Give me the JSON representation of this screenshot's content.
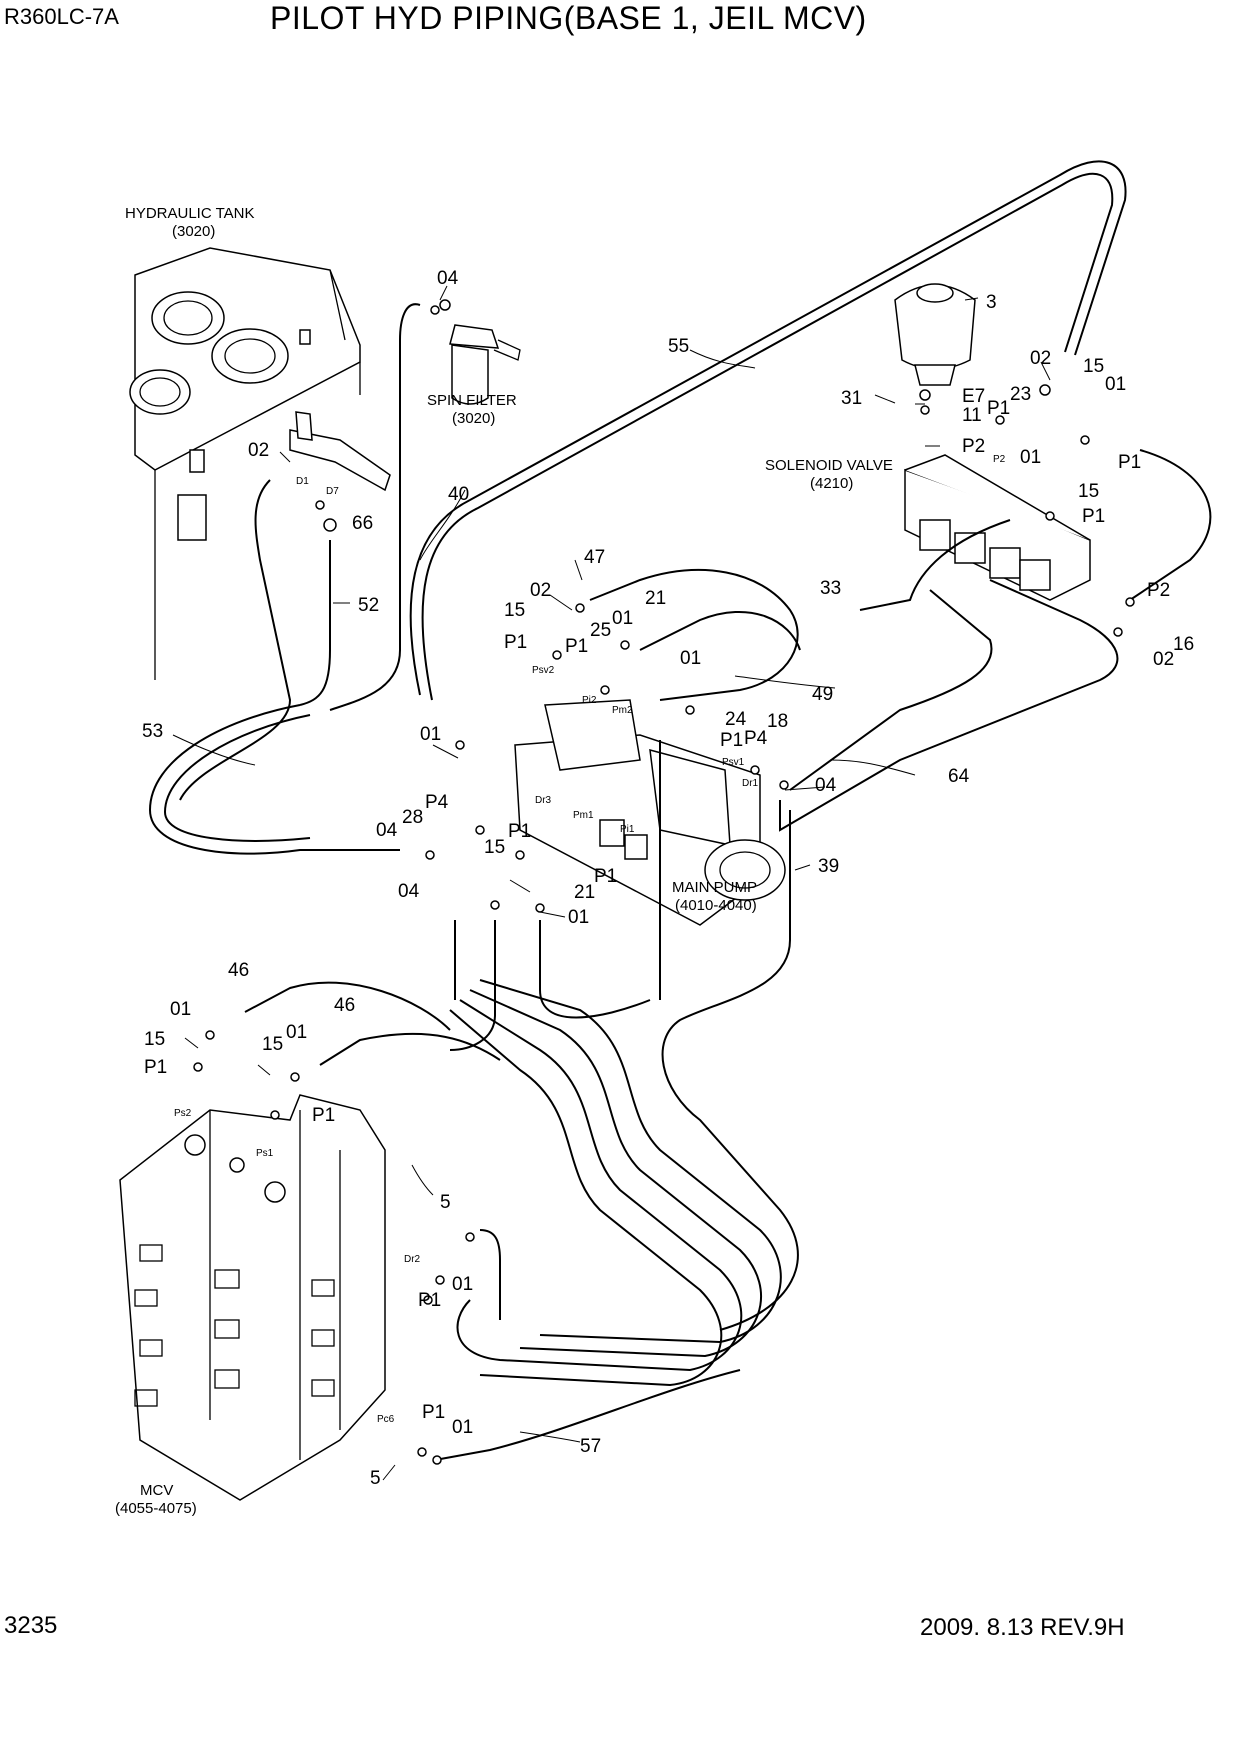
{
  "header": {
    "model": "R360LC-7A",
    "title": "PILOT HYD PIPING(BASE 1, JEIL MCV)"
  },
  "footer": {
    "page_number": "3235",
    "revision": "2009. 8.13  REV.9H"
  },
  "components": {
    "hydraulic_tank": {
      "name": "HYDRAULIC TANK",
      "ref": "(3020)"
    },
    "spin_filter": {
      "name": "SPIN FILTER",
      "ref": "(3020)"
    },
    "solenoid_valve": {
      "name": "SOLENOID VALVE",
      "ref": "(4210)"
    },
    "main_pump": {
      "name": "MAIN PUMP",
      "ref": "(4010-4040)"
    },
    "mcv": {
      "name": "MCV",
      "ref": "(4055-4075)"
    }
  },
  "callouts": {
    "c04a": "04",
    "c55": "55",
    "c3": "3",
    "c02a": "02",
    "c15a": "15",
    "c01a": "01",
    "c31": "31",
    "cE7": "E7",
    "c23": "23",
    "c11": "11",
    "cP1a": "P1",
    "cP2a": "P2",
    "cP1b": "P1",
    "c02b": "02",
    "c66": "66",
    "c40": "40",
    "c01b": "01",
    "c15b": "15",
    "cP1c": "P1",
    "c47": "47",
    "c02c": "02",
    "c15c": "15",
    "cP1d": "P1",
    "c25": "25",
    "cP1e": "P1",
    "c01c": "01",
    "c21a": "21",
    "c33": "33",
    "cP2b": "P2",
    "c16": "16",
    "c02d": "02",
    "c52": "52",
    "c01d": "01",
    "c24": "24",
    "c49": "49",
    "cP1f": "P1",
    "cP4a": "P4",
    "c18": "18",
    "c04b": "04",
    "c64": "64",
    "c53": "53",
    "c01e": "01",
    "c04c": "04",
    "c28": "28",
    "cP4b": "P4",
    "c15d": "15",
    "cP1g": "P1",
    "c21b": "21",
    "cP1h": "P1",
    "c39": "39",
    "c04d": "04",
    "c01f": "01",
    "c46a": "46",
    "c01g": "01",
    "c15e": "15",
    "cP1i": "P1",
    "c15f": "15",
    "c01h": "01",
    "c46b": "46",
    "cP1j": "P1",
    "c5a": "5",
    "cP1k": "P1",
    "c01i": "01",
    "cP1l": "P1",
    "c01j": "01",
    "c5b": "5",
    "c57": "57"
  },
  "ports": {
    "d1": "D1",
    "d7": "D7",
    "psv2": "Psv2",
    "pi2": "Pi2",
    "pm2": "Pm2",
    "psv1": "Psv1",
    "dr1": "Dr1",
    "dr3": "Dr3",
    "pm1": "Pm1",
    "pi1": "Pi1",
    "ps2": "Ps2",
    "ps1": "Ps1",
    "dr2": "Dr2",
    "pc6": "Pc6",
    "p2s": "P2"
  }
}
